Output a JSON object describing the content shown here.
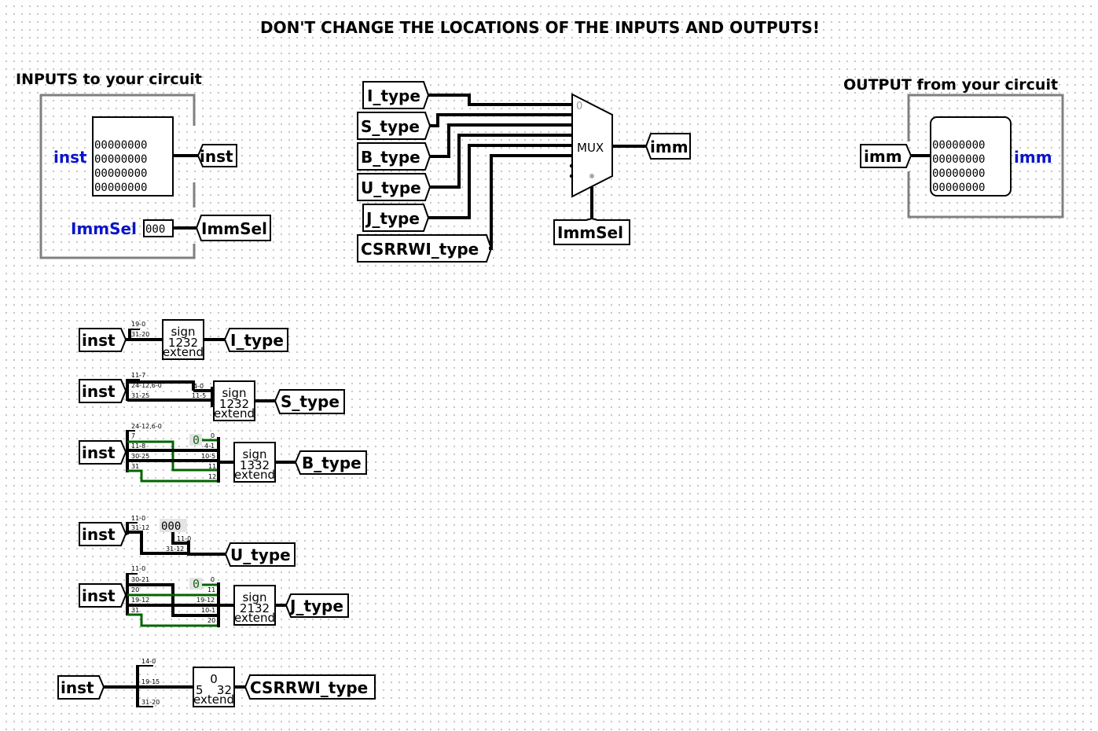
{
  "header": {
    "warning": "DON'T CHANGE THE LOCATIONS OF THE INPUTS AND OUTPUTS!"
  },
  "inputs": {
    "title": "INPUTS to your circuit",
    "inst_label": "inst",
    "inst_bits": [
      "00000000",
      "00000000",
      "00000000",
      "00000000"
    ],
    "inst_tunnel": "inst",
    "immsel_label": "ImmSel",
    "immsel_bits": "000",
    "immsel_tunnel": "ImmSel"
  },
  "output": {
    "title": "OUTPUT from your circuit",
    "imm_tunnel": "imm",
    "imm_bits": [
      "00000000",
      "00000000",
      "00000000",
      "00000000"
    ],
    "imm_label": "imm"
  },
  "mux": {
    "inputs": [
      "I_type",
      "S_type",
      "B_type",
      "U_type",
      "J_type",
      "CSRRWI_type"
    ],
    "label": "MUX",
    "zero_marker": "0",
    "out_tunnel": "imm",
    "select_tunnel": "ImmSel"
  },
  "generators": {
    "i": {
      "in": "inst",
      "splits": [
        "19-0",
        "31-20"
      ],
      "ext_top": "sign",
      "ext_mid": "1232",
      "ext_bot": "extend",
      "out": "I_type"
    },
    "s": {
      "in": "inst",
      "splits": [
        "11-7",
        "24-12,6-0",
        "31-25"
      ],
      "merge": [
        "4-0",
        "11-5"
      ],
      "ext_top": "sign",
      "ext_mid": "1232",
      "ext_bot": "extend",
      "out": "S_type"
    },
    "b": {
      "in": "inst",
      "splits": [
        "24-12,6-0",
        "7",
        "11-8",
        "30-25",
        "31"
      ],
      "const": "0",
      "merge": [
        "0",
        "4-1",
        "10-5",
        "11",
        "12"
      ],
      "ext_top": "sign",
      "ext_mid": "1332",
      "ext_bot": "extend",
      "out": "B_type"
    },
    "u": {
      "in": "inst",
      "splits": [
        "11-0",
        "31-12"
      ],
      "const": "000",
      "merge": [
        "11-0",
        "31-12"
      ],
      "out": "U_type"
    },
    "j": {
      "in": "inst",
      "splits": [
        "11-0",
        "30-21",
        "20",
        "19-12",
        "31"
      ],
      "const": "0",
      "merge": [
        "0",
        "11",
        "19-12",
        "10-1",
        "20"
      ],
      "ext_top": "sign",
      "ext_mid": "2132",
      "ext_bot": "extend",
      "out": "J_type"
    },
    "csr": {
      "in": "inst",
      "splits": [
        "14-0",
        "19-15",
        "31-20"
      ],
      "ext_top": "0",
      "ext_left": "5",
      "ext_right": "32",
      "ext_bot": "extend",
      "out": "CSRRWI_type"
    }
  }
}
